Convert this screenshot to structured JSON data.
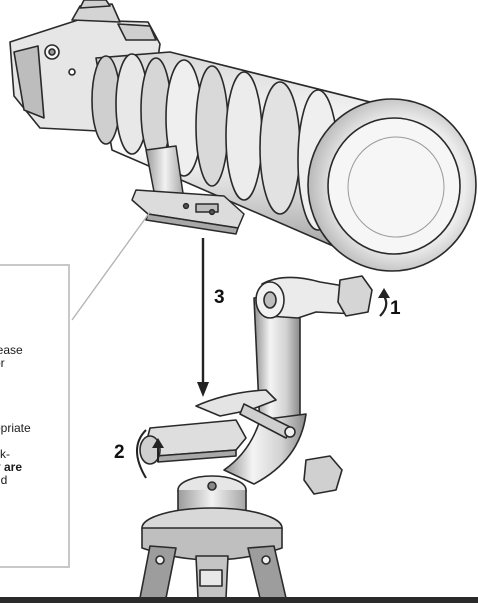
{
  "figure": {
    "step_labels": {
      "step1": "1",
      "step2": "2",
      "step3": "3"
    },
    "note_lines": [
      {
        "text": "lease",
        "bold": false
      },
      {
        "text": "or",
        "bold": false
      },
      {
        "text": "opriate",
        "bold": false
      },
      {
        "text": "l",
        "bold": false
      },
      {
        "text": "ck-",
        "bold": false
      },
      {
        "text": "y are",
        "bold": true
      },
      {
        "text": "nd",
        "bold": false
      }
    ]
  },
  "colors": {
    "line": "#2a2a2a",
    "metal_light": "#f0f0f0",
    "metal_mid": "#c9c9c9",
    "metal_dark": "#8d8d8d",
    "callout_border": "#c8c8c8"
  }
}
